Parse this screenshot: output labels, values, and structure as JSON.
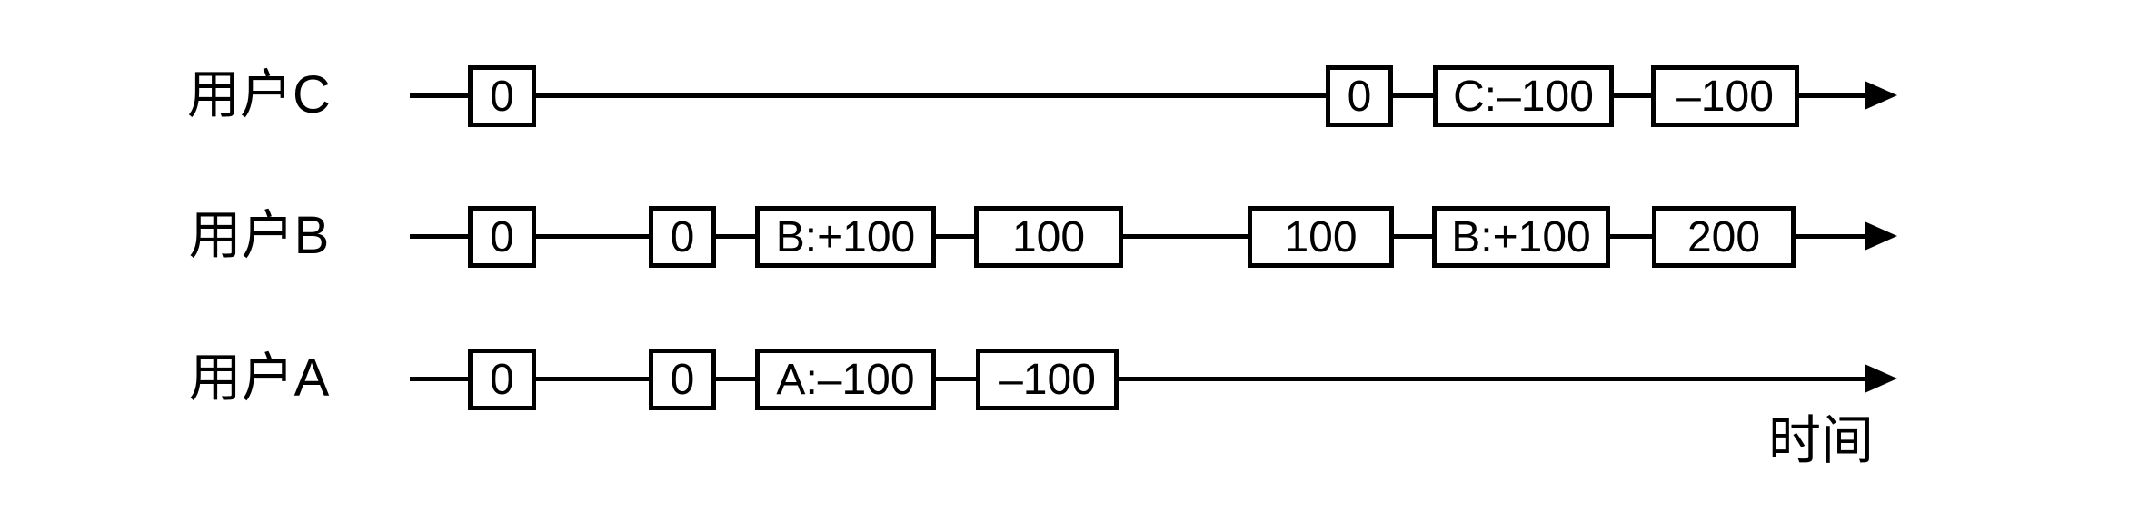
{
  "diagram": {
    "title_implied": "并发转账时间线示意图",
    "colors": {
      "stroke": "#000000",
      "background": "#ffffff",
      "box_fill": "#ffffff"
    },
    "time_axis": {
      "label": "时间"
    },
    "rows": [
      {
        "id": "user-c",
        "label": "用户C",
        "boxes": [
          {
            "text": "0"
          },
          {
            "text": "0"
          },
          {
            "text": "C:–100"
          },
          {
            "text": "–100"
          }
        ]
      },
      {
        "id": "user-b",
        "label": "用户B",
        "boxes": [
          {
            "text": "0"
          },
          {
            "text": "0"
          },
          {
            "text": "B:+100"
          },
          {
            "text": "100"
          },
          {
            "text": "100"
          },
          {
            "text": "B:+100"
          },
          {
            "text": "200"
          }
        ]
      },
      {
        "id": "user-a",
        "label": "用户A",
        "boxes": [
          {
            "text": "0"
          },
          {
            "text": "0"
          },
          {
            "text": "A:–100"
          },
          {
            "text": "–100"
          }
        ]
      }
    ]
  }
}
